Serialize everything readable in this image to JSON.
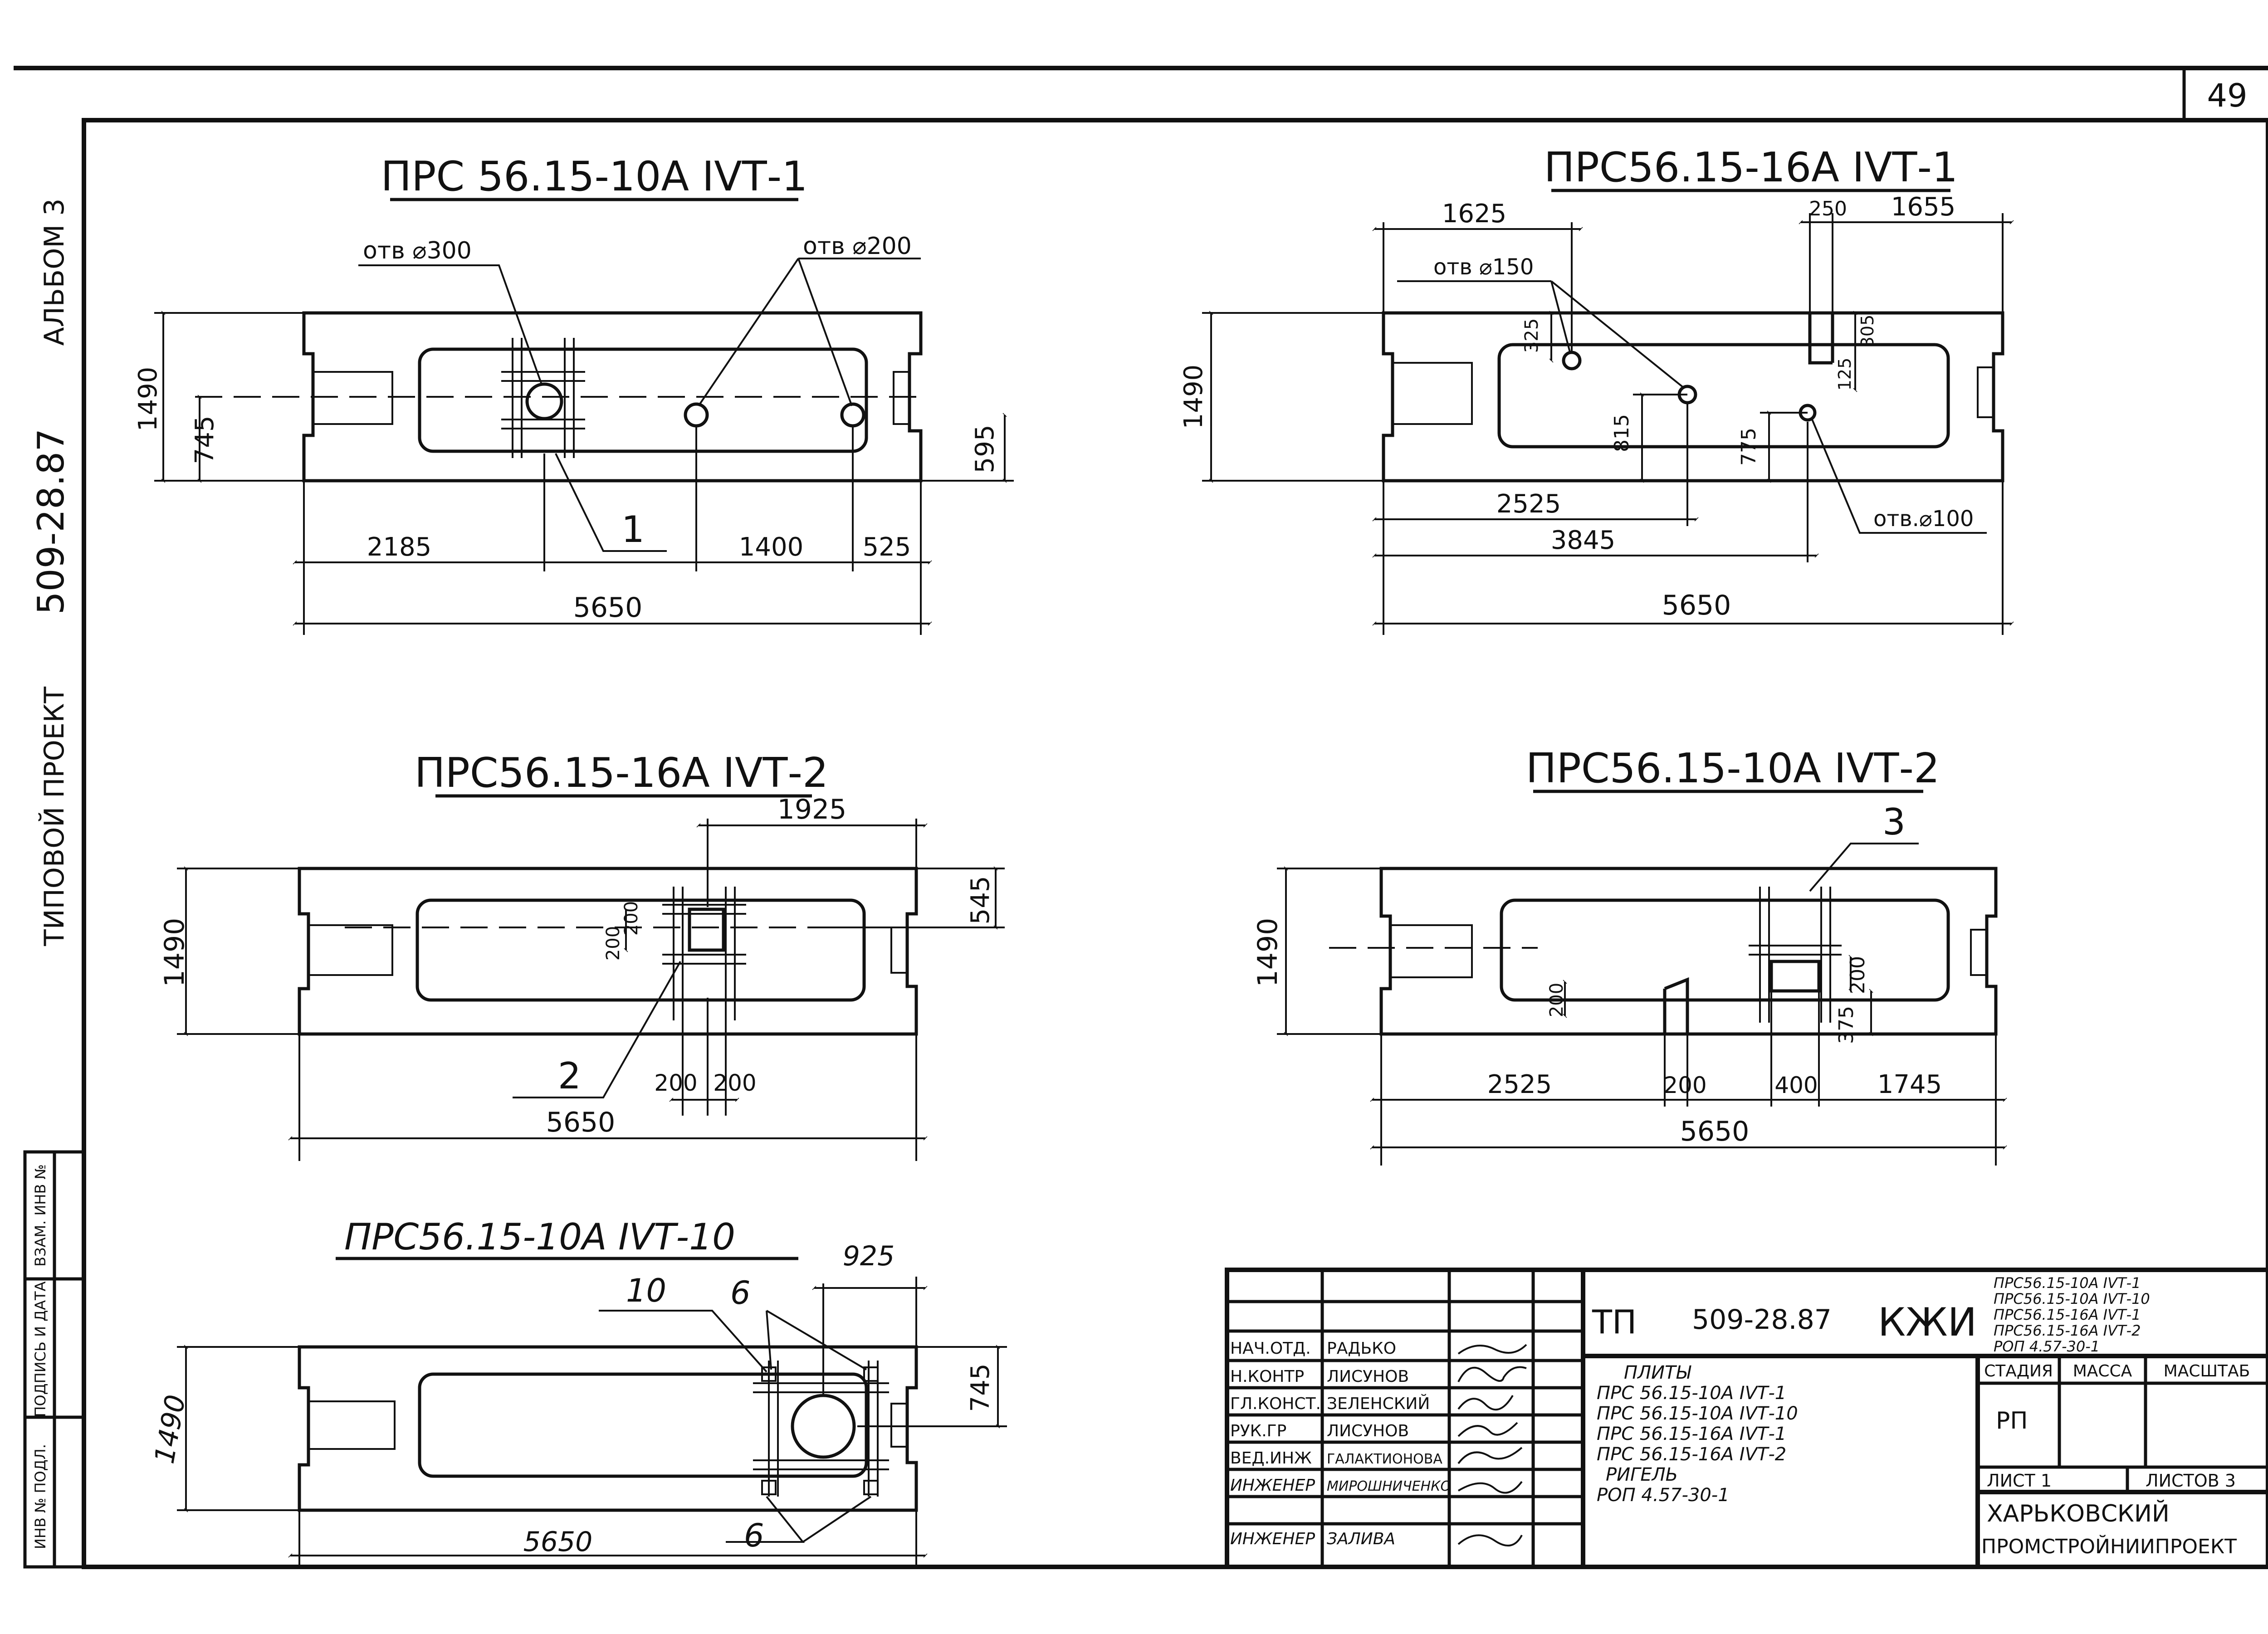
{
  "sheet": {
    "number": "49",
    "side_label": "АЛЬБОМ 3",
    "side_project": "509-28.87",
    "side_type": "ТИПОВОЙ ПРОЕКТ"
  },
  "side_stamp": [
    "ИНВ № ПОДЛ.",
    "ПОДПИСЬ И ДАТА",
    "ВЗАМ. ИНВ №"
  ],
  "drawings": {
    "d1": {
      "title": "ПРС 56.15-10А IVТ-1",
      "hole_a": "отв ⌀300",
      "hole_b": "отв ⌀200",
      "dim_height": "1490",
      "dim_mid": "745",
      "dim_right": "595",
      "dim_a": "2185",
      "dim_b": "1400",
      "dim_c": "525",
      "dim_length": "5650",
      "callout": "1"
    },
    "d2": {
      "title": "ПРС56.15-16А IVТ-1",
      "dim_left": "1625",
      "dim_top_a": "250",
      "dim_top_b": "1655",
      "hole_a": "отв ⌀150",
      "hole_b": "отв.⌀100",
      "dim_height": "1490",
      "dim_325": "325",
      "dim_815": "815",
      "dim_775": "775",
      "dim_125": "125",
      "dim_305": "305",
      "dim_2525": "2525",
      "dim_3845": "3845",
      "dim_length": "5650"
    },
    "d3": {
      "title": "ПРС56.15-16А IVТ-2",
      "dim_top": "1925",
      "dim_right": "545",
      "dim_height": "1490",
      "dim_v1": "200",
      "dim_v2": "200",
      "dim_h1": "200",
      "dim_h2": "200",
      "dim_length": "5650",
      "callout": "2"
    },
    "d4": {
      "title": "ПРС56.15-10А IVТ-2",
      "callout": "3",
      "dim_height": "1490",
      "dim_v1": "200",
      "dim_v2": "200",
      "dim_375": "375",
      "dim_2525": "2525",
      "dim_200": "200",
      "dim_400": "400",
      "dim_1745": "1745",
      "dim_length": "5650"
    },
    "d5": {
      "title": "ПРС56.15-10А IVТ-10",
      "dim_top": "925",
      "dim_height": "1490",
      "dim_right": "745",
      "callout_a": "10",
      "callout_b": "6",
      "callout_c": "6",
      "dim_length": "5650"
    }
  },
  "title_block": {
    "code_prefix": "ТП",
    "code": "509-28.87",
    "code_suffix": "КЖИ",
    "code_list": [
      "ПРС56.15-10А IVТ-1",
      "ПРС56.15-10А IVТ-10",
      "ПРС56.15-16А IVТ-1",
      "ПРС56.15-16А IVТ-2",
      "РОП 4.57-30-1"
    ],
    "roles": [
      {
        "role": "НАЧ.ОТД.",
        "name": "РАДЬКО"
      },
      {
        "role": "Н.КОНТР",
        "name": "ЛИСУНОВ"
      },
      {
        "role": "ГЛ.КОНСТ.",
        "name": "ЗЕЛЕНСКИЙ"
      },
      {
        "role": "РУК.ГР",
        "name": "ЛИСУНОВ"
      },
      {
        "role": "ВЕД.ИНЖ",
        "name": "ГАЛАКТИОНОВА"
      },
      {
        "role": "ИНЖЕНЕР",
        "name": "МИРОШНИЧЕНКО"
      },
      {
        "role": "",
        "name": ""
      },
      {
        "role": "ИНЖЕНЕР",
        "name": "ЗАЛИВА"
      }
    ],
    "desc_lines": [
      "ПЛИТЫ",
      "ПРС 56.15-10А IVТ-1",
      "ПРС 56.15-10А IVТ-10",
      "ПРС 56.15-16А IVТ-1",
      "ПРС 56.15-16А IVТ-2",
      "РИГЕЛЬ",
      "РОП 4.57-30-1"
    ],
    "h_stage": "СТАДИЯ",
    "h_mass": "МАССА",
    "h_scale": "МАСШТАБ",
    "stage": "РП",
    "sheet_label": "ЛИСТ 1",
    "sheets_label": "ЛИСТОВ 3",
    "org_line1": "ХАРЬКОВСКИЙ",
    "org_line2": "ПРОМСТРОЙНИИПРОЕКТ"
  }
}
